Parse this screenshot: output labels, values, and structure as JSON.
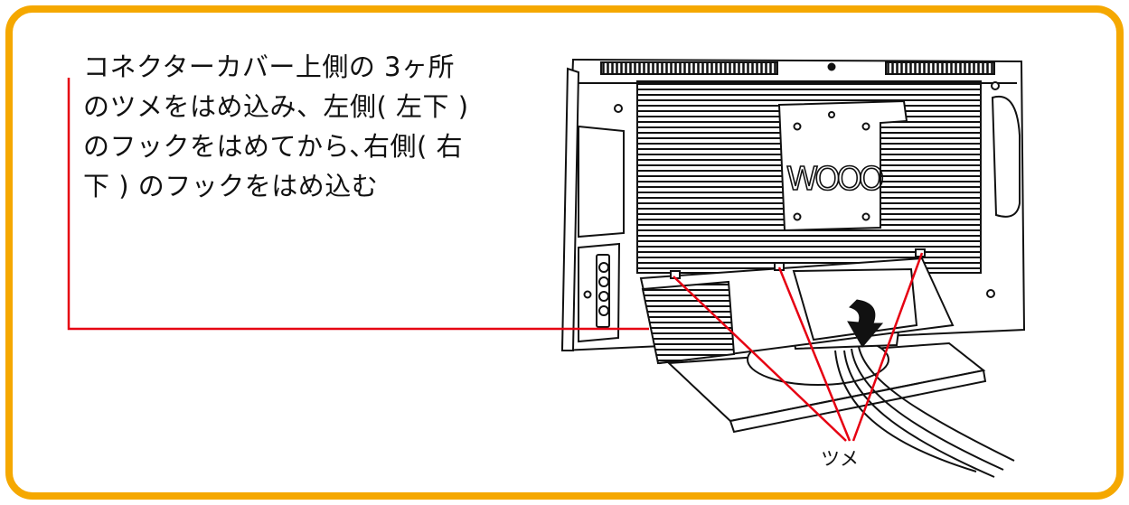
{
  "instruction": {
    "lines": [
      "コネクターカバー上側の 3ヶ所",
      "のツメをはめ込み、左側( 左下 )",
      "のフックをはめてから､右側( 右",
      "下 ) のフックをはめ込む"
    ]
  },
  "tv": {
    "logo_text": "WOOO"
  },
  "callout": {
    "tsume_label": "ツメ"
  },
  "colors": {
    "frame": "#F5A800",
    "callout_line": "#E60012",
    "line_art": "#111111"
  }
}
